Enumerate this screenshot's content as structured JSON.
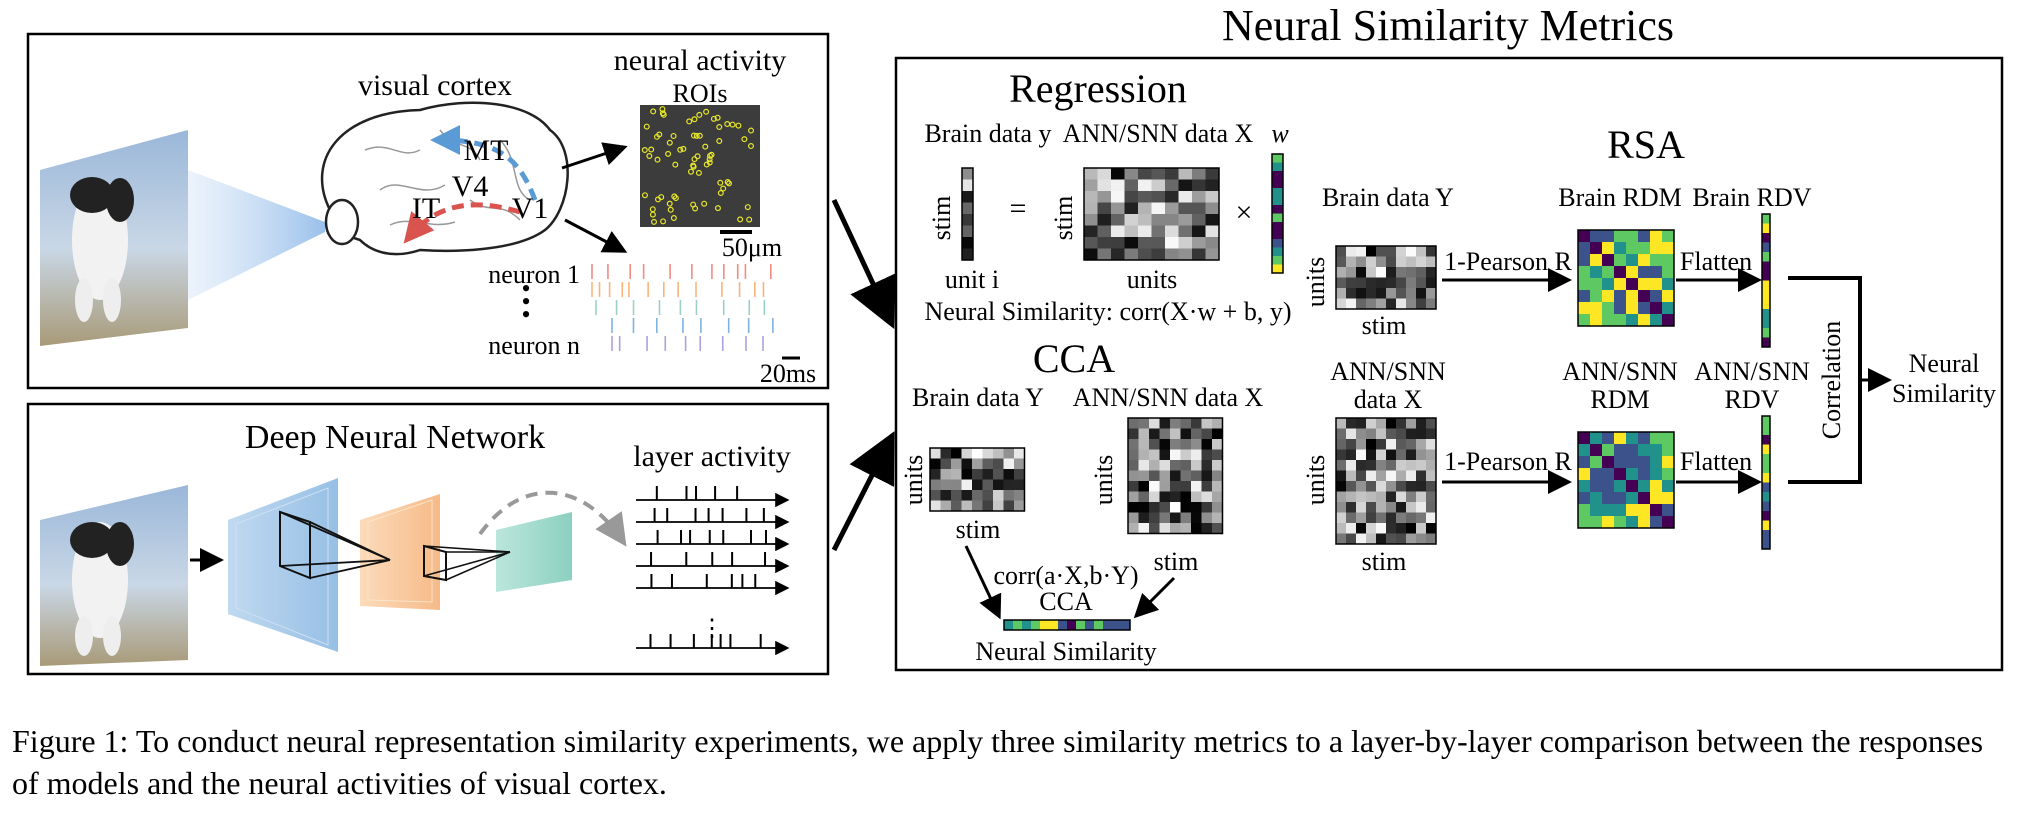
{
  "labels": {
    "visual_cortex": "visual cortex",
    "neural_activity": "neural activity",
    "rois": "ROIs",
    "scale_um": "50μm",
    "mt": "MT",
    "v4": "V4",
    "it": "IT",
    "v1": "V1",
    "neuron1": "neuron 1",
    "neuron_n": "neuron n",
    "scale_ms": "20ms",
    "dnn_title": "Deep Neural Network",
    "layer_activity": "layer activity",
    "metrics_title": "Neural Similarity Metrics",
    "regression_title": "Regression",
    "reg_brain": "Brain data y",
    "reg_ann": "ANN/SNN data X",
    "reg_w": "w",
    "reg_stim1": "stim",
    "reg_stim2": "stim",
    "reg_equals": "=",
    "reg_times": "×",
    "reg_unit_i": "unit i",
    "reg_units": "units",
    "reg_similarity": "Neural Similarity: corr(X·w + b, y)",
    "cca_title": "CCA",
    "cca_brain": "Brain data Y",
    "cca_ann": "ANN/SNN data X",
    "cca_units1": "units",
    "cca_stim1": "stim",
    "cca_units2": "units",
    "cca_stim2": "stim",
    "cca_corr": "corr(a·X,b·Y)",
    "cca_label": "CCA",
    "cca_similarity": "Neural Similarity",
    "rsa_title": "RSA",
    "rsa_brain_y": "Brain data Y",
    "rsa_brain_units": "units",
    "rsa_brain_stim": "stim",
    "rsa_pearson1": "1-Pearson R",
    "rsa_brain_rdm": "Brain RDM",
    "rsa_flatten1": "Flatten",
    "rsa_brain_rdv": "Brain RDV",
    "rsa_ann_x1": "ANN/SNN",
    "rsa_ann_x2": "data X",
    "rsa_ann_units": "units",
    "rsa_ann_stim": "stim",
    "rsa_pearson2": "1-Pearson R",
    "rsa_ann_rdm1": "ANN/SNN",
    "rsa_ann_rdm2": "RDM",
    "rsa_flatten2": "Flatten",
    "rsa_ann_rdv1": "ANN/SNN",
    "rsa_ann_rdv2": "RDV",
    "rsa_correlation": "Correlation",
    "rsa_neural": "Neural",
    "rsa_similarity": "Similarity"
  },
  "caption": "Figure 1: To conduct neural representation similarity experiments, we apply three similarity metrics to a layer-by-layer comparison between the responses of models and the neural activities of visual cortex.",
  "colors": {
    "mt_arrow": "#5b9bd5",
    "v1_arrow": "#d9534f",
    "dnn_layer1": "#9cc3e6",
    "dnn_layer2": "#f8c08c",
    "dnn_layer3": "#8fd3c4",
    "roi_dots": "#e8e82a",
    "viridis": [
      "#440154",
      "#3b528b",
      "#21918c",
      "#5ec962",
      "#fde725"
    ]
  }
}
